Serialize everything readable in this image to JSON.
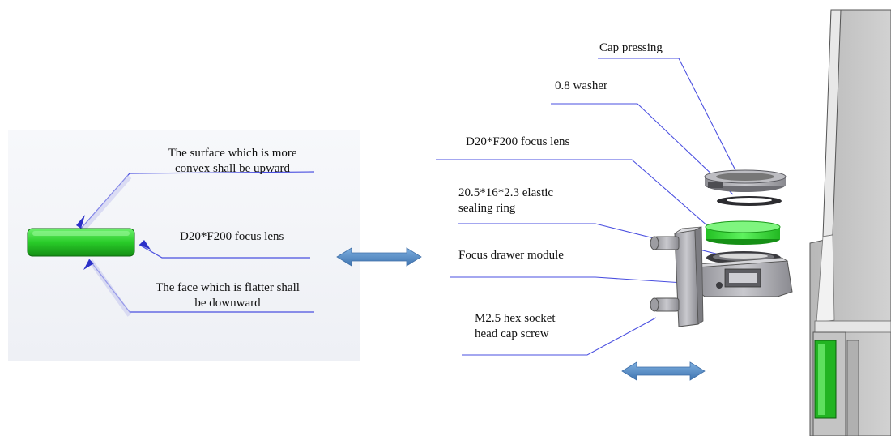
{
  "left_labels": {
    "convex_line1": "The surface which is more",
    "convex_line2": "convex shall be upward",
    "lens": "D20*F200 focus lens",
    "flat_line1": "The face which is flatter shall",
    "flat_line2": "be downward"
  },
  "right_labels": {
    "cap": "Cap pressing",
    "washer": "0.8 washer",
    "lens": "D20*F200 focus lens",
    "ring_line1": "20.5*16*2.3 elastic",
    "ring_line2": "sealing ring",
    "drawer": "Focus drawer module",
    "screw_line1": "M2.5 hex socket",
    "screw_line2": "head cap screw"
  },
  "colors": {
    "leader": "#3a3fd8",
    "lens_green": "#2fd12f",
    "arrow_blue": "#5a8fc8",
    "part_gray": "#a9a9ad"
  }
}
